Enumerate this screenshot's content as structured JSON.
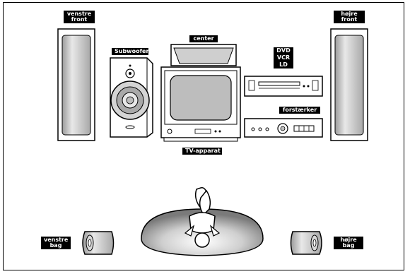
{
  "labels": {
    "front_left": "venstre\nfront",
    "front_right": "højre\nfront",
    "center": "center",
    "subwoofer": "Subwoofer",
    "dvd": "DVD",
    "vcr": "VCR",
    "ld": "LD",
    "amplifier": "forstærker",
    "tv": "TV-apparat",
    "rear_left": "venstre\nbag",
    "rear_right": "højre\nbag"
  },
  "colors": {
    "ink": "#000000",
    "speaker_face": "#c8c8c8",
    "screen": "#b9b9b9",
    "sofa": "#9a9a9a"
  }
}
